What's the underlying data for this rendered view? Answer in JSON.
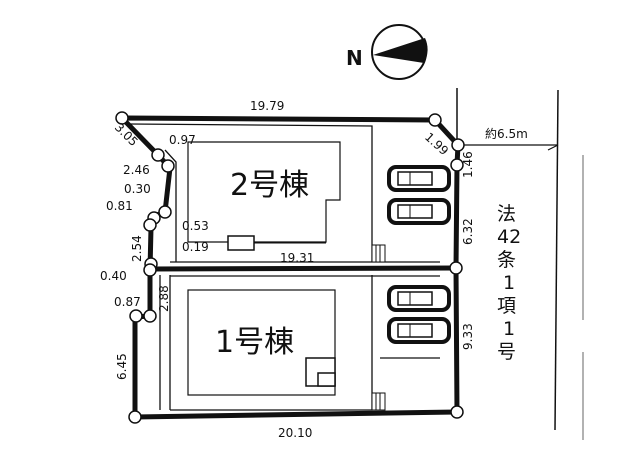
{
  "compass": {
    "north_label": "N"
  },
  "buildings": [
    {
      "id": "2",
      "label": "2号棟"
    },
    {
      "id": "1",
      "label": "1号棟"
    }
  ],
  "dimensions": {
    "top": "19.79",
    "middle": "19.31",
    "bottom": "20.10",
    "left_diag": "3.05",
    "d_097": "0.97",
    "d_246": "2.46",
    "d_030": "0.30",
    "d_081": "0.81",
    "d_053": "0.53",
    "d_019": "0.19",
    "d_254": "2.54",
    "d_040": "0.40",
    "d_087": "0.87",
    "d_288": "2.88",
    "d_645": "6.45",
    "right_diag": "1.99",
    "d_146": "1.46",
    "d_632": "6.32",
    "d_933": "9.33"
  },
  "road": {
    "width_label": "約6.5m",
    "type_chars": [
      "法",
      "42",
      "条",
      "1",
      "項",
      "1",
      "号"
    ]
  },
  "colors": {
    "line": "#111111",
    "background": "#ffffff"
  }
}
